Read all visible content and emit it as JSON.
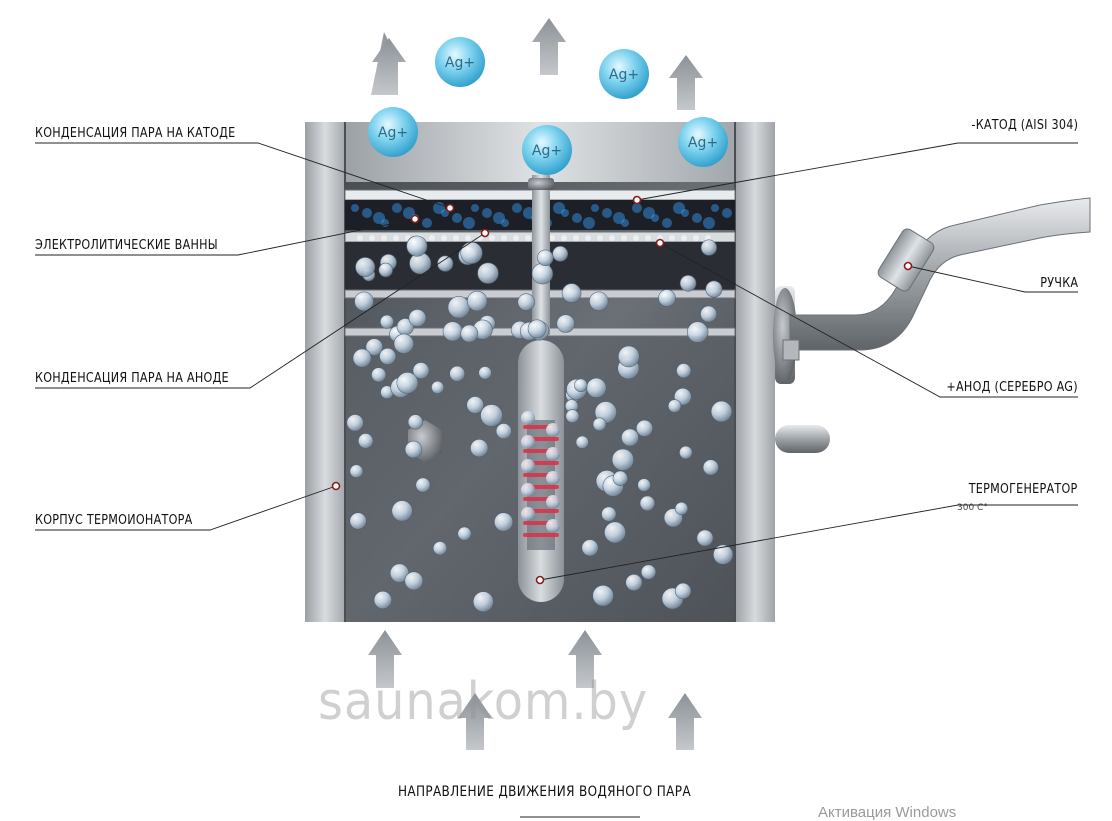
{
  "labels": {
    "cathode_condensation": "КОНДЕНСАЦИЯ ПАРА НА КАТОДЕ",
    "electrolytic_baths": "ЭЛЕКТРОЛИТИЧЕСКИЕ ВАННЫ",
    "anode_condensation": "КОНДЕНСАЦИЯ ПАРА НА АНОДЕ",
    "housing": "КОРПУС ТЕРМОИОНАТОРА",
    "cathode": "-КАТОД (AISI 304)",
    "handle": "РУЧКА",
    "anode": "+АНОД (СЕРЕБРО AG)",
    "thermogenerator": "ТЕРМОГЕНЕРАТОР",
    "thermogenerator_temp": "300 С°"
  },
  "ion_label": "Ag+",
  "caption": "НАПРАВЛЕНИЕ ДВИЖЕНИЯ ВОДЯНОГО ПАРА",
  "watermark": "saunakom.by",
  "os_notice": "Активация Windows",
  "colors": {
    "steel_light": "#d9dcdf",
    "steel_dark": "#7a7f85",
    "arrow": "#9aa0a6",
    "ion": "#5cc4e6",
    "pointer": "#8b1a1a",
    "coil": "#d8344a",
    "glow": "#3aa0ff"
  }
}
